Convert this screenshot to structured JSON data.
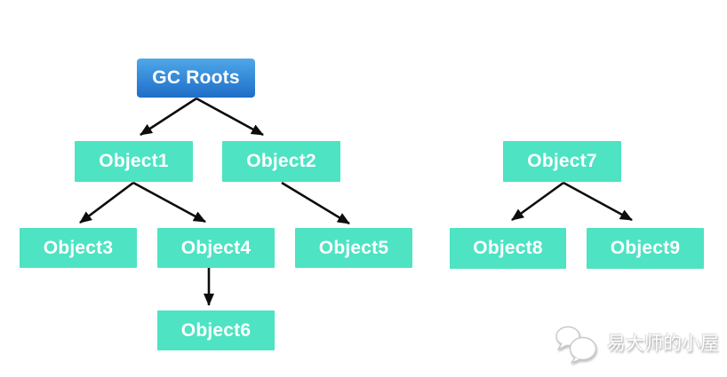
{
  "diagram": {
    "nodes": [
      {
        "id": "gc-roots",
        "label": "GC Roots",
        "kind": "root"
      },
      {
        "id": "object1",
        "label": "Object1",
        "kind": "object"
      },
      {
        "id": "object2",
        "label": "Object2",
        "kind": "object"
      },
      {
        "id": "object3",
        "label": "Object3",
        "kind": "object"
      },
      {
        "id": "object4",
        "label": "Object4",
        "kind": "object"
      },
      {
        "id": "object5",
        "label": "Object5",
        "kind": "object"
      },
      {
        "id": "object6",
        "label": "Object6",
        "kind": "object"
      },
      {
        "id": "object7",
        "label": "Object7",
        "kind": "object"
      },
      {
        "id": "object8",
        "label": "Object8",
        "kind": "object"
      },
      {
        "id": "object9",
        "label": "Object9",
        "kind": "object"
      }
    ],
    "edges": [
      {
        "from": "gc-roots",
        "to": "object1"
      },
      {
        "from": "gc-roots",
        "to": "object2"
      },
      {
        "from": "object1",
        "to": "object3"
      },
      {
        "from": "object1",
        "to": "object4"
      },
      {
        "from": "object2",
        "to": "object5"
      },
      {
        "from": "object4",
        "to": "object6"
      },
      {
        "from": "object7",
        "to": "object8"
      },
      {
        "from": "object7",
        "to": "object9"
      }
    ]
  },
  "colors": {
    "background": "#ffffff",
    "node_fill": "#4de3c3",
    "node_text": "#ffffff",
    "root_top": "#4fa8e8",
    "root_bottom": "#1e6dc8",
    "arrow": "#0d0d0d",
    "watermark_shadow": "#a9a9a9"
  },
  "watermark": {
    "text": "易大师的小屋",
    "icon": "wechat-bubbles-icon"
  }
}
